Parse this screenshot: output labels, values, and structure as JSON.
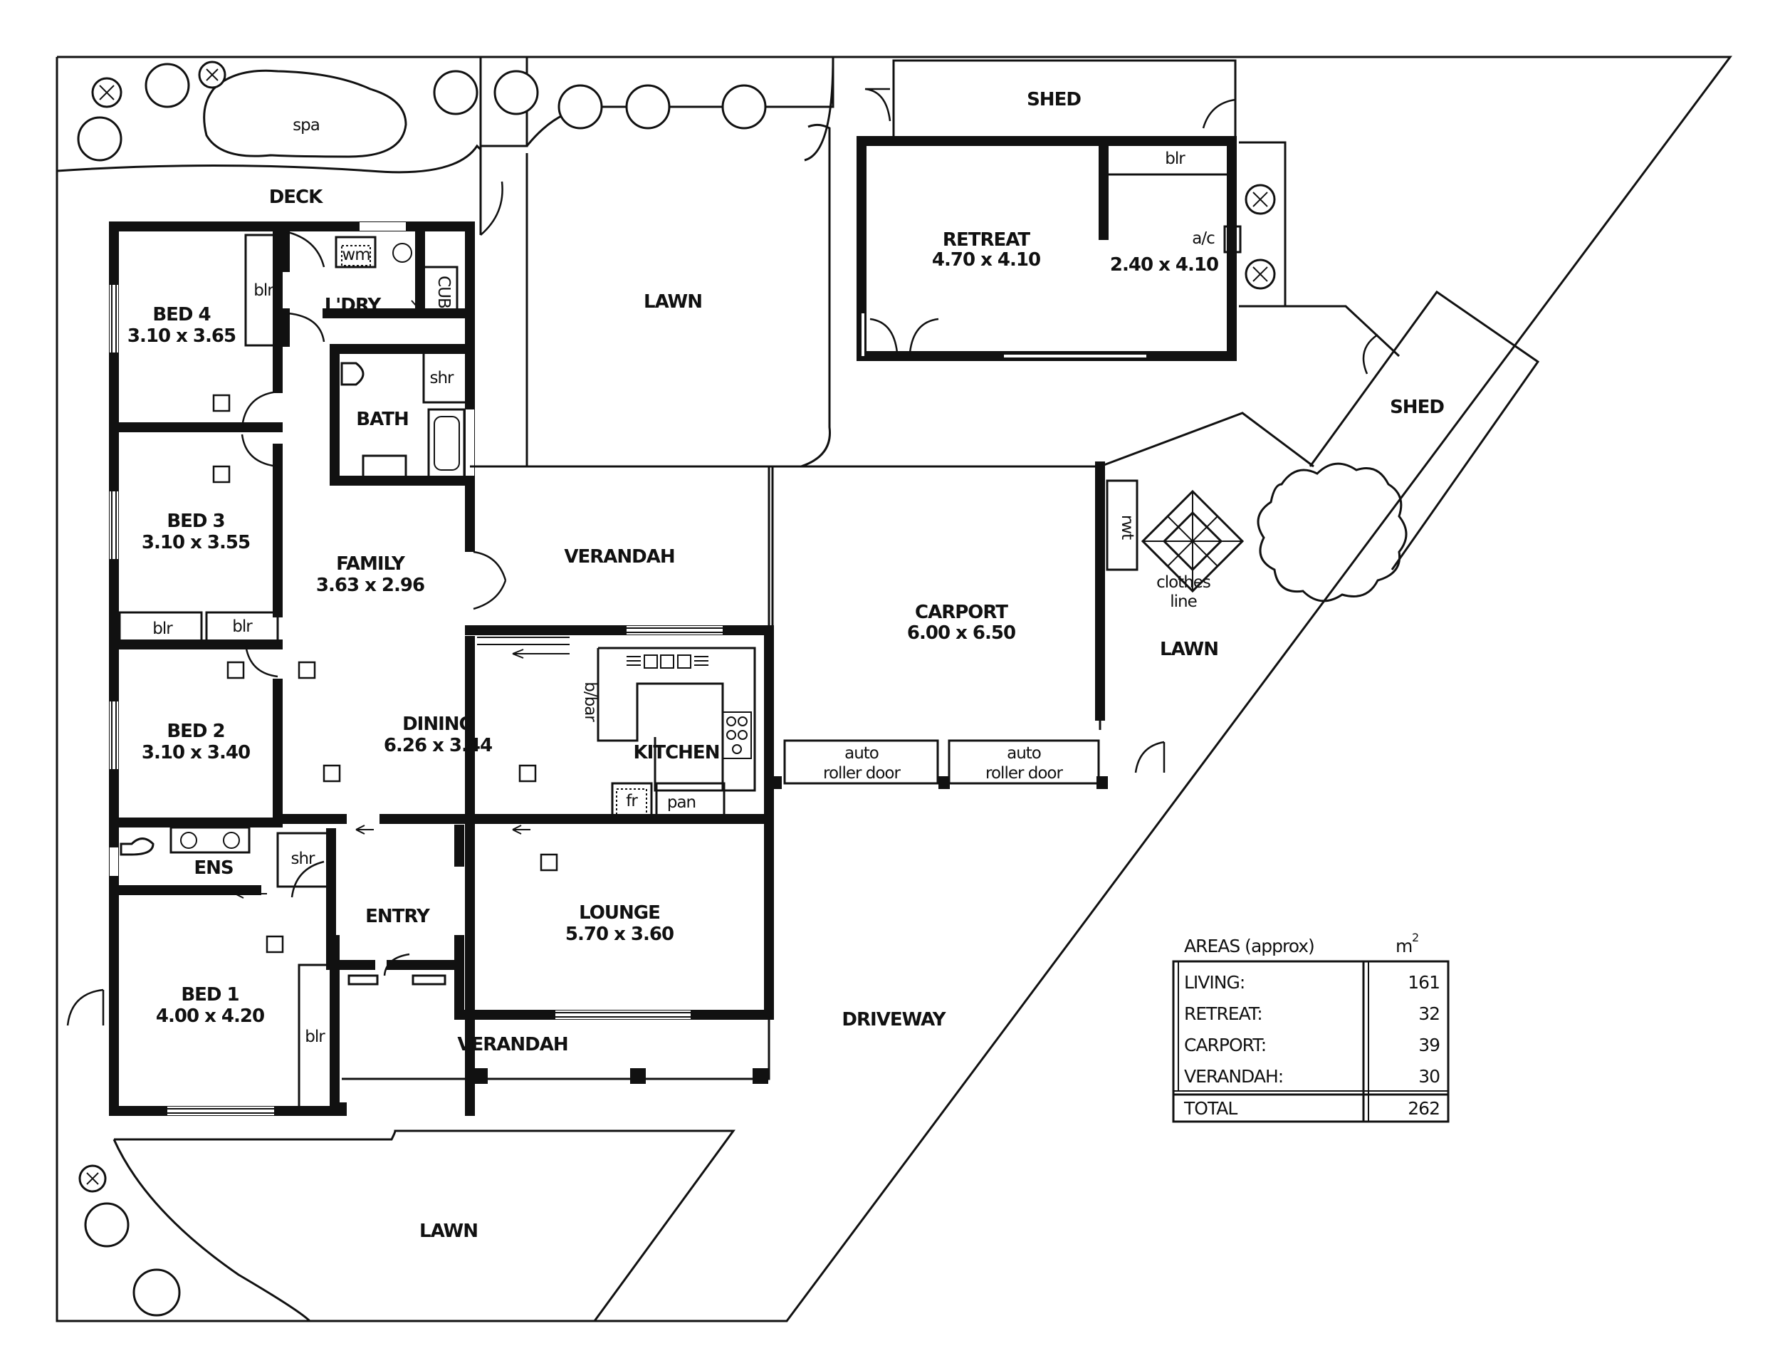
{
  "rooms": {
    "spa": "spa",
    "deck": "DECK",
    "shed_top": "SHED",
    "shed_right": "SHED",
    "lawn_top": "LAWN",
    "lawn_right": "LAWN",
    "lawn_bottom": "LAWN",
    "retreat_name": "RETREAT",
    "retreat_size": "4.70 x 4.10",
    "retreat2_size": "2.40 x 4.10",
    "ac": "a/c",
    "bed4_name": "BED 4",
    "bed4_size": "3.10 x 3.65",
    "bed3_name": "BED 3",
    "bed3_size": "3.10 x 3.55",
    "bed2_name": "BED 2",
    "bed2_size": "3.10 x 3.40",
    "bed1_name": "BED 1",
    "bed1_size": "4.00 x 4.20",
    "ldry": "L'DRY",
    "wm": "wm",
    "cub": "CUB",
    "shr": "shr",
    "bath": "BATH",
    "family_name": "FAMILY",
    "family_size": "3.63 x 2.96",
    "verandah_mid": "VERANDAH",
    "verandah_front": "VERANDAH",
    "carport_name": "CARPORT",
    "carport_size": "6.00 x 6.50",
    "rwt": "rwt",
    "clothes_line_1": "clothes",
    "clothes_line_2": "line",
    "dining_name": "DINING",
    "dining_size": "6.26 x 3.44",
    "bbar": "b/bar",
    "kitchen": "KITCHEN",
    "fr": "fr",
    "pan": "pan",
    "auto1_line1": "auto",
    "auto1_line2": "roller door",
    "auto2_line1": "auto",
    "auto2_line2": "roller door",
    "ens": "ENS",
    "ens_shr": "shr",
    "entry": "ENTRY",
    "lounge_name": "LOUNGE",
    "lounge_size": "5.70 x 3.60",
    "driveway": "DRIVEWAY",
    "blr_bed4": "blr",
    "blr_bed3a": "blr",
    "blr_bed3b": "blr",
    "blr_bed1": "blr",
    "blr_retreat": "blr"
  },
  "areas": {
    "title": "AREAS (approx)",
    "unit": "m",
    "unit_sup": "2",
    "rows": [
      {
        "label": "LIVING:",
        "value": "161"
      },
      {
        "label": "RETREAT:",
        "value": "32"
      },
      {
        "label": "CARPORT:",
        "value": "39"
      },
      {
        "label": "VERANDAH:",
        "value": "30"
      }
    ],
    "total_label": "TOTAL",
    "total_value": "262"
  }
}
